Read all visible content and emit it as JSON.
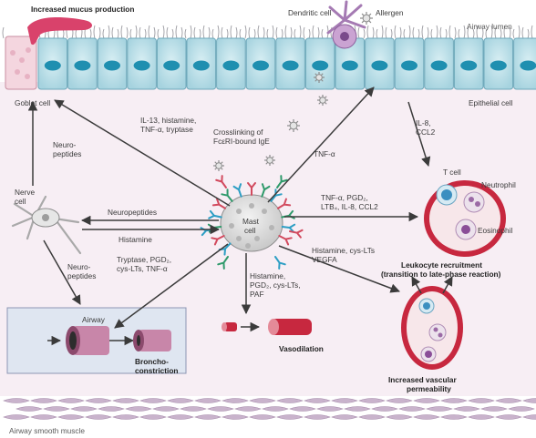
{
  "colors": {
    "background_wash": "#f7eef4",
    "epithelium": "#bfe3ec",
    "nucleus": "#1f8fb0",
    "goblet": "#f4d6df",
    "mucus": "#d9426b",
    "vessel": "#c7283f",
    "airway_box": "#dfe6f1",
    "airway_tube": "#c886a9",
    "smooth_muscle": "#c9b3cc",
    "arrow": "#3b3b3b"
  },
  "labels": {
    "mucus": "Increased mucus production",
    "dendritic": "Dendritic cell",
    "allergen": "Allergen",
    "airway_lumen": "Airway lumen",
    "goblet": "Goblet cell",
    "epithelial": "Epithelial cell",
    "nerve": [
      "Nerve",
      "cell"
    ],
    "neuropeptides_up": [
      "Neuro-",
      "peptides"
    ],
    "neuropeptides_down": [
      "Neuro-",
      "peptides"
    ],
    "mast_top": [
      "IL-13, histamine,",
      "TNF-α, tryptase"
    ],
    "crosslinking": [
      "Crosslinking of",
      "FcεRI-bound IgE"
    ],
    "tnf": "TNF-α",
    "il8": [
      "IL-8,",
      "CCL2"
    ],
    "tcell": "T cell",
    "neutrophil": "Neutrophil",
    "eosinophil": "Eosinophil",
    "neuropeptides_h": "Neuropeptides",
    "histamine_h": "Histamine",
    "mast": [
      "Mast",
      "cell"
    ],
    "recruit_mediators": [
      "TNF-α, PGD₂,",
      "LTB₄, IL-8, CCL2"
    ],
    "recruitment": [
      "Leukocyte recruitment",
      "(transition to late-phase reaction)"
    ],
    "vegfa": [
      "Histamine, cys-LTs",
      "VEGFA"
    ],
    "airway_mediators": [
      "Tryptase, PGD₂,",
      "cys-LTs, TNF-α"
    ],
    "vaso_mediators": [
      "Histamine,",
      "PGD₂, cys-LTs,",
      "PAF"
    ],
    "airway": "Airway",
    "broncho": [
      "Broncho-",
      "constriction"
    ],
    "vasodilation": "Vasodilation",
    "permeability": [
      "Increased vascular",
      "permeability"
    ],
    "smooth_muscle": "Airway smooth muscle"
  }
}
